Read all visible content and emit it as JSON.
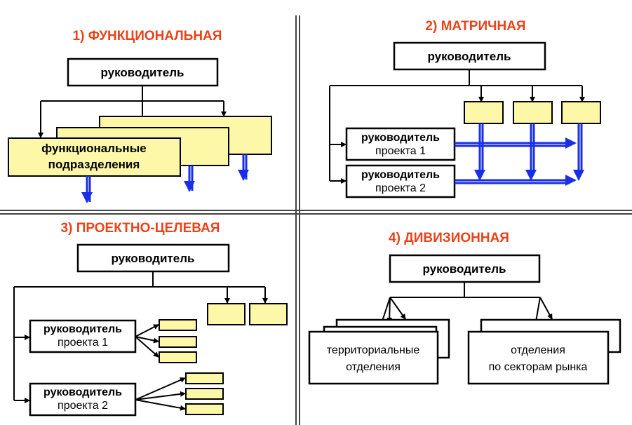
{
  "colors": {
    "title": "#e8431a",
    "fill_yellow": "#fdf8a8",
    "arrow_blue": "#1a2ee8"
  },
  "panel1": {
    "title": "1) ФУНКЦИОНАЛЬНАЯ",
    "head": "руководитель",
    "unit_line1": "функциональные",
    "unit_line2": "подразделения"
  },
  "panel2": {
    "title": "2) МАТРИЧНАЯ",
    "head": "руководитель",
    "pm1_line1": "руководитель",
    "pm1_line2": "проекта 1",
    "pm2_line1": "руководитель",
    "pm2_line2": "проекта 2"
  },
  "panel3": {
    "title": "3) ПРОЕКТНО-ЦЕЛЕВАЯ",
    "head": "руководитель",
    "pm1_line1": "руководитель",
    "pm1_line2": "проекта 1",
    "pm2_line1": "руководитель",
    "pm2_line2": "проекта 2"
  },
  "panel4": {
    "title": "4) ДИВИЗИОННАЯ",
    "head": "руководитель",
    "terr_line1": "территориальные",
    "terr_line2": "отделения",
    "sect_line1": "отделения",
    "sect_line2": "по секторам рынка"
  }
}
